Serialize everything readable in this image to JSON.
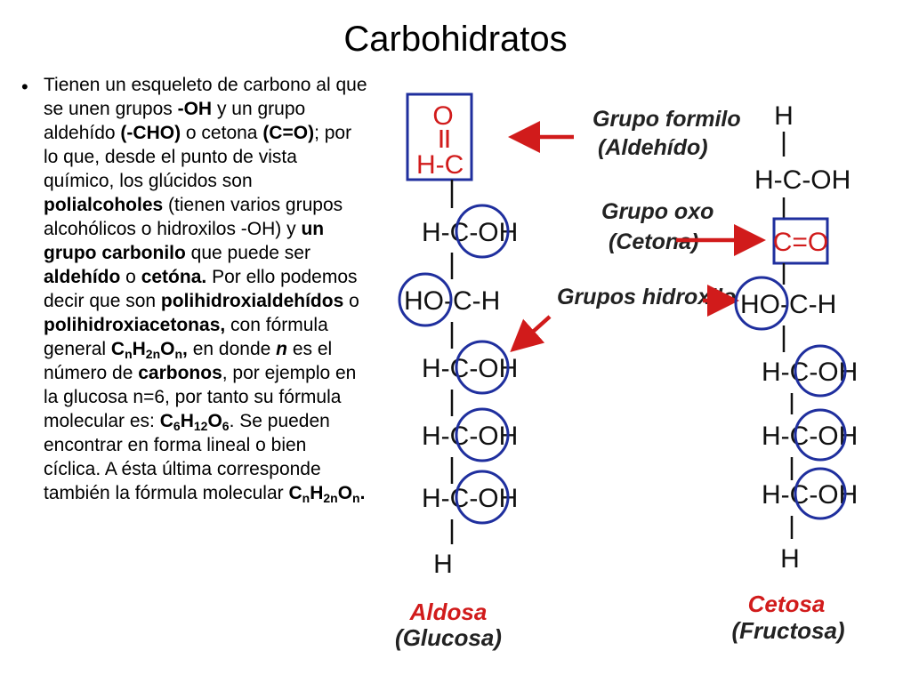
{
  "slide": {
    "title": "Carbohidratos",
    "bullet": "•",
    "paragraph": [
      {
        "t": "Tienen un esqueleto de carbono al que se unen grupos "
      },
      {
        "t": "-OH",
        "b": true
      },
      {
        "t": " y un grupo aldehído "
      },
      {
        "t": "(-CHO)",
        "b": true
      },
      {
        "t": " o cetona "
      },
      {
        "t": "(C=O)",
        "b": true
      },
      {
        "t": "; por lo que, desde el punto de vista químico, los glúcidos son "
      },
      {
        "t": "polialcoholes",
        "b": true
      },
      {
        "t": " (tienen varios grupos alcohólicos o hidroxilos -OH) y "
      },
      {
        "t": "un grupo carbonilo",
        "b": true
      },
      {
        "t": " que puede ser "
      },
      {
        "t": "aldehído",
        "b": true
      },
      {
        "t": " o "
      },
      {
        "t": "cetóna.",
        "b": true
      },
      {
        "t": " Por ello podemos decir que son "
      },
      {
        "t": "polihidroxialdehídos",
        "b": true
      },
      {
        "t": " o "
      },
      {
        "t": "polihidroxiacetonas,",
        "b": true
      },
      {
        "t": "  con fórmula general "
      },
      {
        "t": "C",
        "b": true
      },
      {
        "t": "n",
        "b": true,
        "sub": true
      },
      {
        "t": "H",
        "b": true
      },
      {
        "t": "2n",
        "b": true,
        "sub": true
      },
      {
        "t": "O",
        "b": true
      },
      {
        "t": "n",
        "b": true,
        "sub": true
      },
      {
        "t": ",",
        "b": true
      },
      {
        "t": " en donde "
      },
      {
        "t": "n",
        "b": true,
        "i": true
      },
      {
        "t": " es el número de "
      },
      {
        "t": "carbonos",
        "b": true
      },
      {
        "t": ", por ejemplo en la glucosa n=6, por tanto su fórmula molecular es: "
      },
      {
        "t": "C",
        "b": true
      },
      {
        "t": "6",
        "b": true,
        "sub": true
      },
      {
        "t": "H",
        "b": true
      },
      {
        "t": "12",
        "b": true,
        "sub": true
      },
      {
        "t": "O",
        "b": true
      },
      {
        "t": "6",
        "b": true,
        "sub": true
      },
      {
        "t": ". Se pueden encontrar en forma lineal o bien cíclica. A ésta última corresponde también la fórmula molecular "
      },
      {
        "t": "C",
        "b": true
      },
      {
        "t": "n",
        "b": true,
        "sub": true
      },
      {
        "t": "H",
        "b": true
      },
      {
        "t": "2n",
        "b": true,
        "sub": true
      },
      {
        "t": "O",
        "b": true
      },
      {
        "t": "n",
        "b": true,
        "sub": true
      },
      {
        "t": ".",
        "b": true
      }
    ]
  },
  "figure": {
    "colors": {
      "arrow": "#d11b1b",
      "circle": "#1f2f9e",
      "box": "#1f2f9e",
      "caption_red": "#d11b1b"
    },
    "aldose": {
      "o": "O",
      "hc": "H-C",
      "rows": [
        "H-C-OH",
        "HO-C-H",
        "H-C-OH",
        "H-C-OH",
        "H-C-OH"
      ],
      "bottom_h": "H",
      "caption_name": "Aldosa",
      "caption_example": "(Glucosa)"
    },
    "ketose": {
      "top_h": "H",
      "row1": "H-C-OH",
      "carbonyl": "C=O",
      "row3": "HO-C-H",
      "rows_rest": [
        "H-C-OH",
        "H-C-OH",
        "H-C-OH"
      ],
      "bottom_h": "H",
      "caption_name": "Cetosa",
      "caption_example": "(Fructosa)"
    },
    "labels": {
      "formilo_1": "Grupo formilo",
      "formilo_2": "(Aldehído)",
      "oxo_1": "Grupo oxo",
      "oxo_2": "(Cetona)",
      "hidroxilo": "Grupos hidroxilo"
    }
  }
}
